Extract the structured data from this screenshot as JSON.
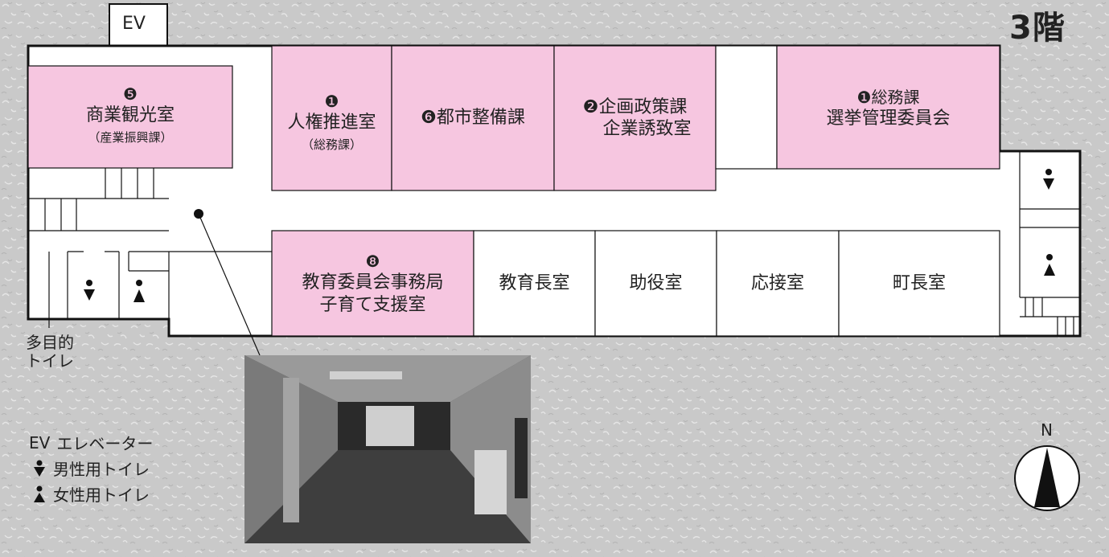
{
  "floor": {
    "title": "3階"
  },
  "elevator": {
    "label": "EV"
  },
  "rooms": {
    "shogyo": {
      "num": "❺",
      "name": "商業観光室",
      "sub": "（産業振興課）"
    },
    "jinken": {
      "num": "❶",
      "name": "人権推進室",
      "sub": "（総務課）"
    },
    "toshi": {
      "name": "❻都市整備課"
    },
    "kikaku": {
      "line1": "❷企画政策課",
      "line2": "企業誘致室"
    },
    "somu": {
      "line1": "❶総務課",
      "line2": "選挙管理委員会"
    },
    "kyoiku_iinkai": {
      "num": "❽",
      "line1": "教育委員会事務局",
      "line2": "子育て支援室"
    },
    "kyoikucho": {
      "name": "教育長室"
    },
    "joyaku": {
      "name": "助役室"
    },
    "osetsu": {
      "name": "応接室"
    },
    "chocho": {
      "name": "町長室"
    }
  },
  "multipurpose_toilet": {
    "line1": "多目的",
    "line2": "トイレ"
  },
  "legend": {
    "ev": {
      "abbr": "EV",
      "text": "エレベーター"
    },
    "male": {
      "text": "男性用トイレ"
    },
    "female": {
      "text": "女性用トイレ"
    }
  },
  "compass": {
    "label": "N"
  },
  "colors": {
    "office_pink": "#f6c6e0",
    "wall": "#111111",
    "background": "#c9c9c9"
  }
}
